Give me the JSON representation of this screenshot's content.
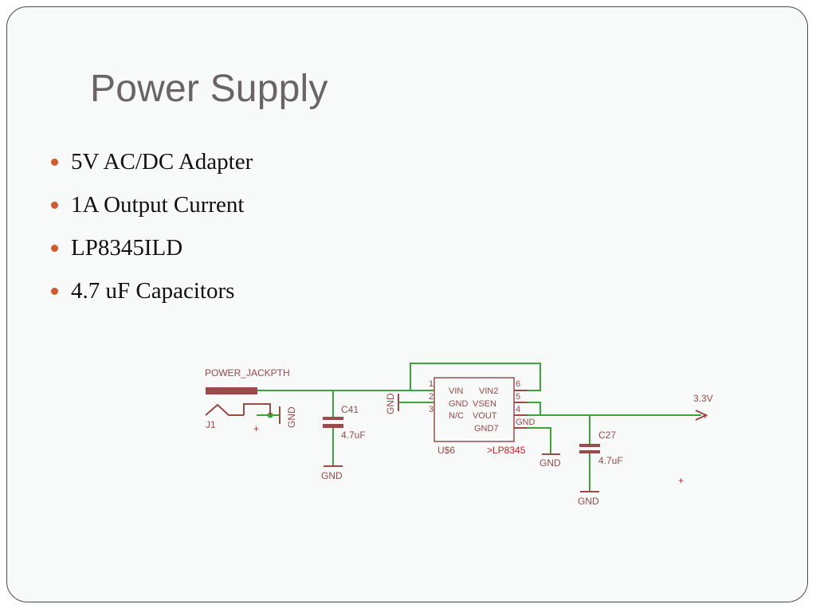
{
  "slide": {
    "title": "Power Supply",
    "accent_color": "#d35a2a",
    "bullets": [
      "5V AC/DC Adapter",
      "1A Output Current",
      "LP8345ILD",
      "4.7 uF Capacitors"
    ]
  },
  "schematic": {
    "jack_label": "POWER_JACKPTH",
    "jack_ref": "J1",
    "plus_sign": "+",
    "gnd_label": "GND",
    "c41_name": "C41",
    "c41_value": "4.7uF",
    "c27_name": "C27",
    "c27_value": "4.7uF",
    "ic_ref": "U$6",
    "ic_value": ">LP8345",
    "ic_pins_left": [
      "VIN",
      "GND",
      "N/C"
    ],
    "ic_pins_right": [
      "VIN2",
      "VSEN",
      "VOUT",
      "GND7"
    ],
    "pin_numbers": [
      "1",
      "2",
      "3",
      "6",
      "5",
      "4"
    ],
    "output_label": "3.3V",
    "wire_color": "#3aa53a",
    "part_color": "#9b4a4a"
  }
}
